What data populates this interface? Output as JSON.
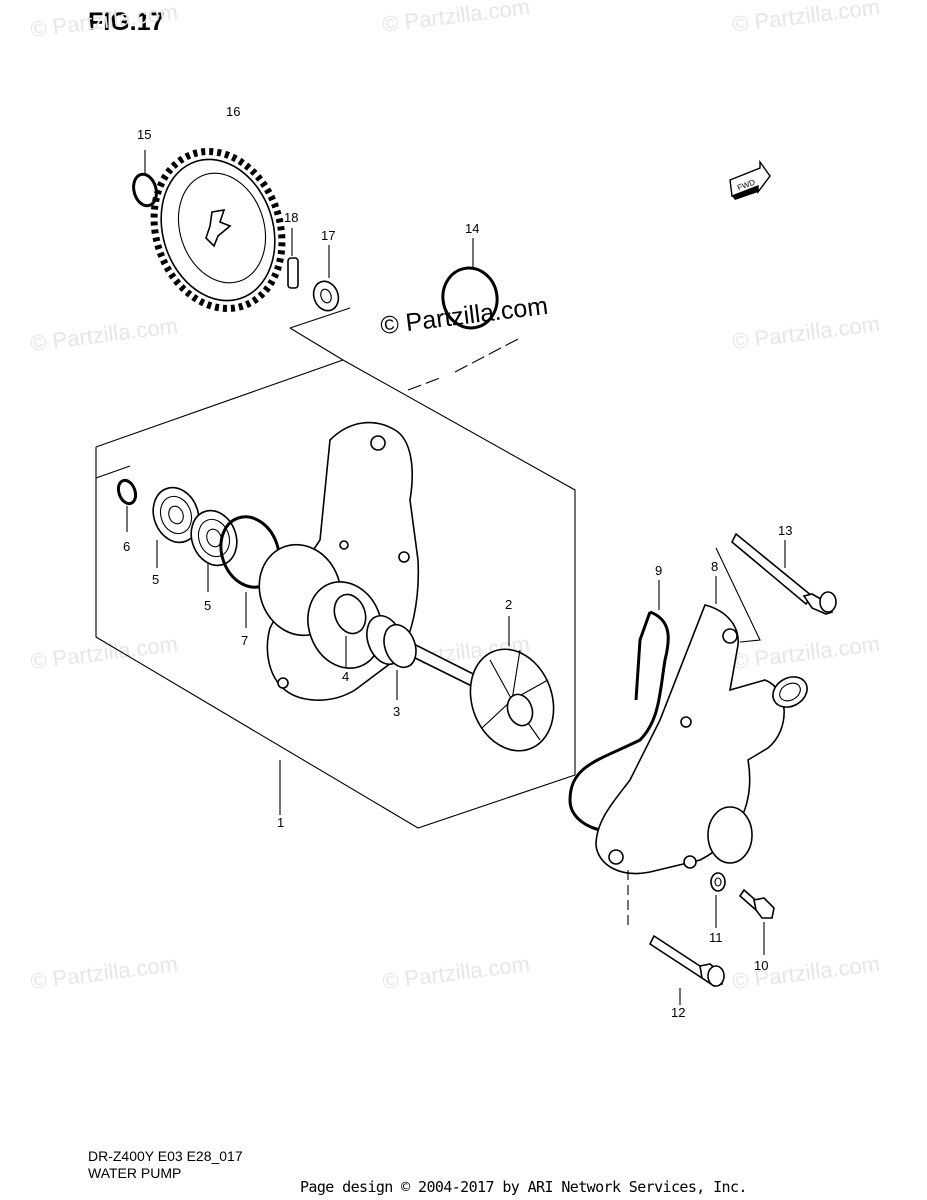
{
  "figure": {
    "title": "FIG.17"
  },
  "footer": {
    "model_code": "DR-Z400Y E03 E28_017",
    "section_name": "WATER PUMP",
    "credit": "Page design © 2004-2017 by ARI Network Services, Inc."
  },
  "watermark": {
    "text": "© Partzilla.com",
    "center_text": "© Partzilla.com"
  },
  "fwd_label": "FWD",
  "parts": [
    {
      "id": "1"
    },
    {
      "id": "2"
    },
    {
      "id": "3"
    },
    {
      "id": "4"
    },
    {
      "id": "5"
    },
    {
      "id": "5"
    },
    {
      "id": "6"
    },
    {
      "id": "7"
    },
    {
      "id": "8"
    },
    {
      "id": "9"
    },
    {
      "id": "10"
    },
    {
      "id": "11"
    },
    {
      "id": "12"
    },
    {
      "id": "13"
    },
    {
      "id": "14"
    },
    {
      "id": "15"
    },
    {
      "id": "16"
    },
    {
      "id": "17"
    },
    {
      "id": "18"
    }
  ]
}
